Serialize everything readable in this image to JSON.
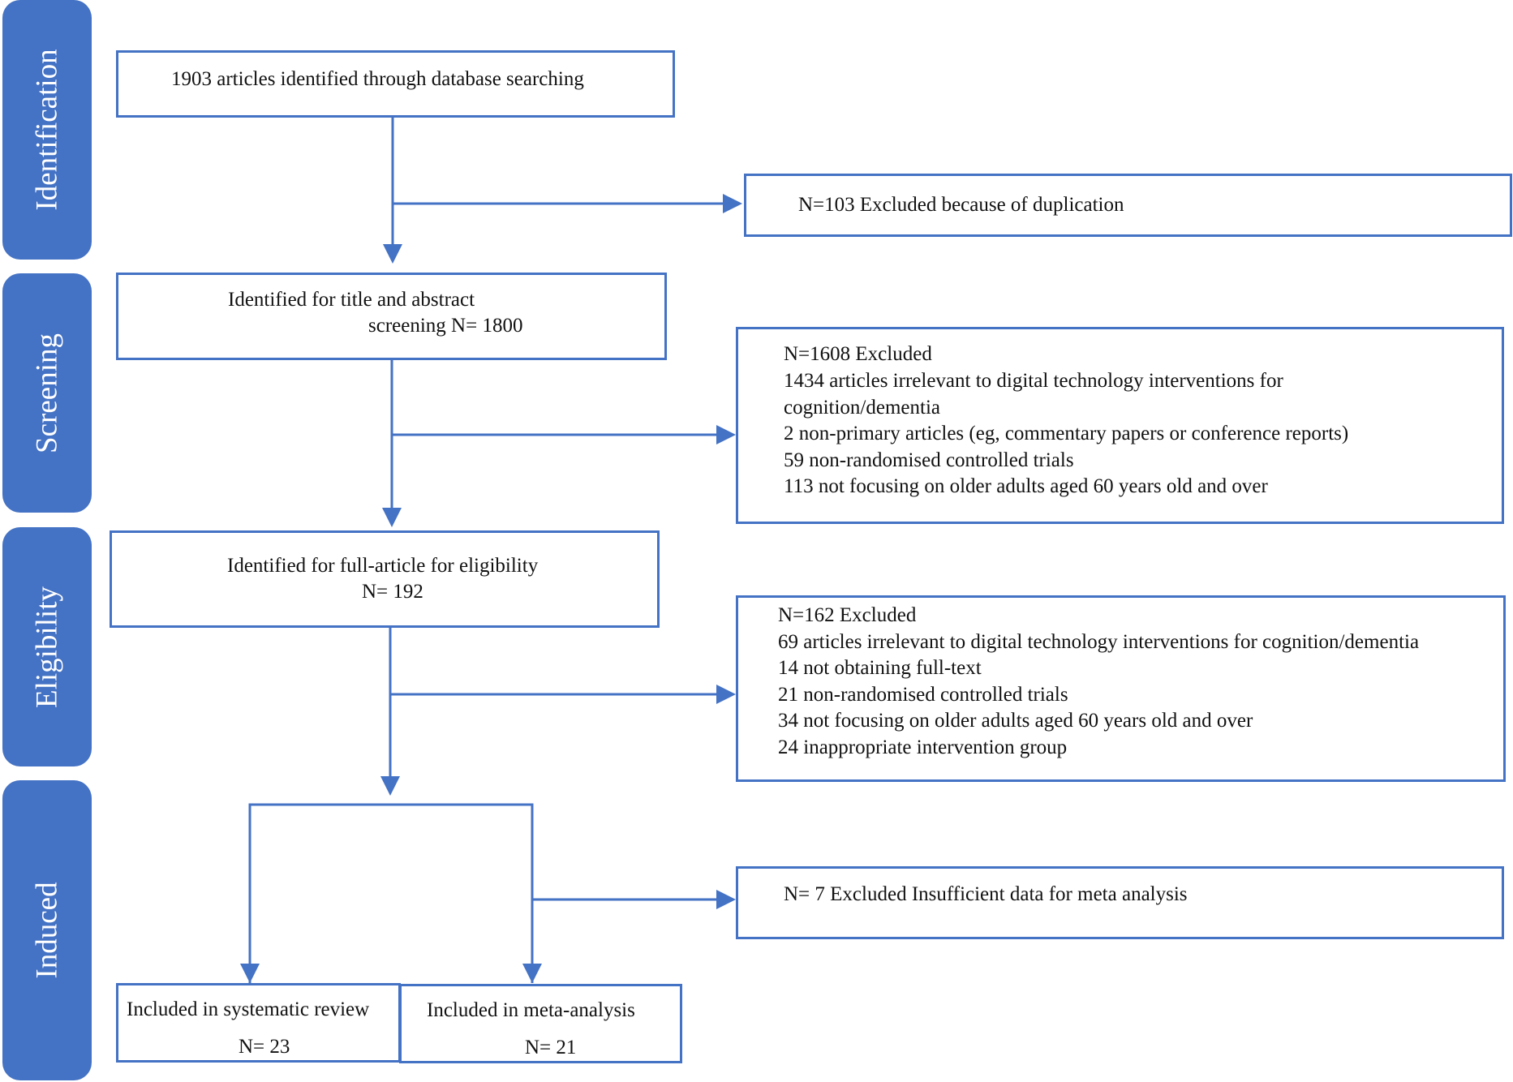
{
  "stages": {
    "identification": "Identification",
    "screening": "Screening",
    "eligibility": "Eligibility",
    "induced": "Induced"
  },
  "boxes": {
    "identified": "1903 articles identified through database searching",
    "duplicates": "N=103  Excluded because of duplication",
    "screening_line1": "Identified for title and abstract",
    "screening_line2": "screening  N= 1800",
    "screen_excluded": {
      "header": "N=1608  Excluded",
      "lines": [
        "1434  articles irrelevant to digital technology interventions for",
        "cognition/dementia",
        "2  non-primary articles (eg, commentary papers or conference reports)",
        "59  non-randomised controlled trials",
        "113  not focusing on older adults aged 60 years old and over"
      ]
    },
    "eligibility_line1": "Identified for full-article for eligibility",
    "eligibility_line2": "N= 192",
    "elig_excluded": {
      "header": "N=162   Excluded",
      "lines": [
        "69 articles irrelevant to digital technology interventions for cognition/dementia",
        "14 not obtaining full-text",
        "21 non-randomised controlled trials",
        "34 not focusing on older adults aged 60 years old and over",
        "24  inappropriate intervention group"
      ]
    },
    "meta_excluded": "N=  7 Excluded Insufficient data for meta analysis",
    "systematic_label": "Included in systematic review",
    "systematic_n": "N= 23",
    "meta_label": "Included in meta-analysis",
    "meta_n": "N= 21"
  },
  "colors": {
    "accent": "#4472c4",
    "text": "#111111",
    "background": "#ffffff"
  }
}
